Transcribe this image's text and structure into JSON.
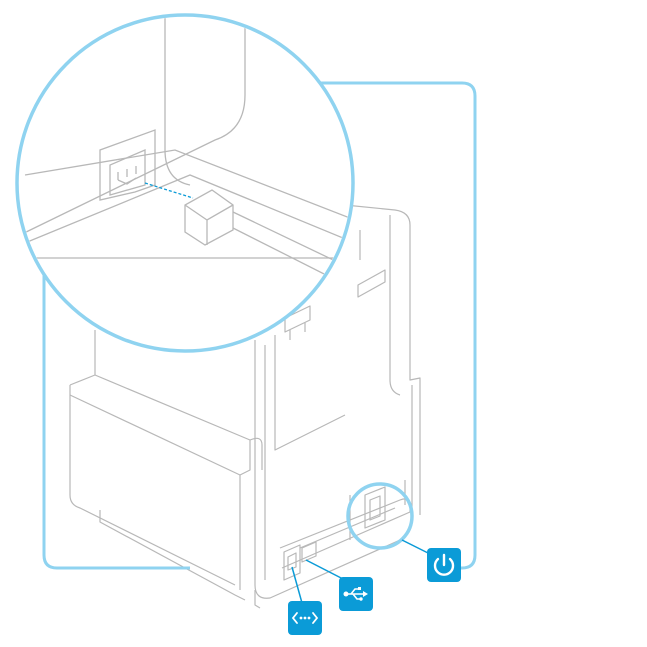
{
  "colors": {
    "accent": "#0B9BD7",
    "highlight_outline": "#8FD3F0",
    "line_art": "#B5B5B5",
    "background": "#FFFFFF"
  },
  "callouts": [
    {
      "name": "power-port",
      "icon": "power-icon"
    },
    {
      "name": "usb-port",
      "icon": "usb-icon"
    },
    {
      "name": "ethernet-port",
      "icon": "network-icon"
    }
  ],
  "magnifier": {
    "subject": "power-cord-plug-into-power-socket"
  }
}
